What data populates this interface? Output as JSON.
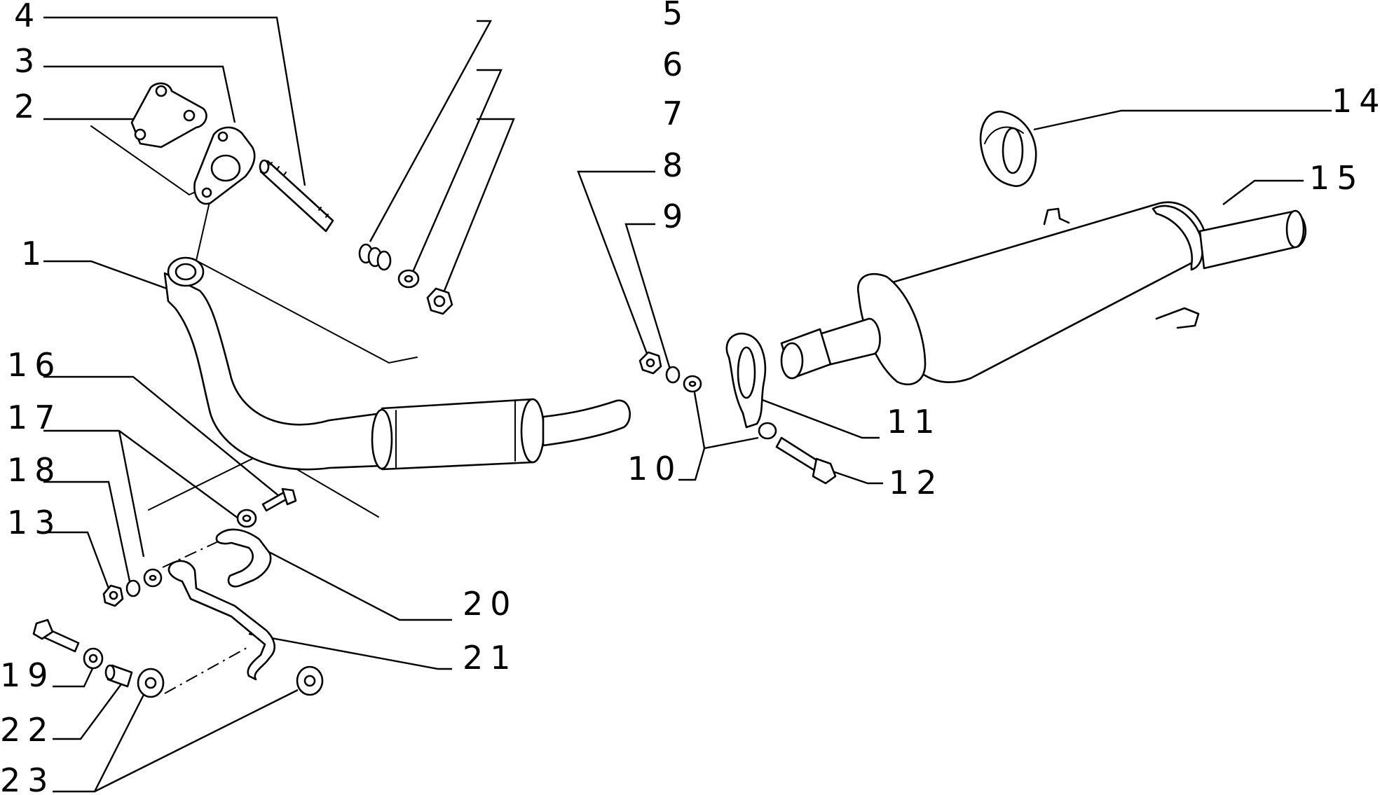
{
  "diagram": {
    "callouts": {
      "c1": "1",
      "c2": "2",
      "c3": "3",
      "c4": "4",
      "c5": "5",
      "c6": "6",
      "c7": "7",
      "c8": "8",
      "c9": "9",
      "c10": "10",
      "c11": "11",
      "c12": "12",
      "c13": "13",
      "c14": "14",
      "c15": "15",
      "c16": "16",
      "c17": "17",
      "c18": "18",
      "c19": "19",
      "c20": "20",
      "c21": "21",
      "c22": "22",
      "c23": "23"
    },
    "colors": {
      "line": "#000000",
      "background": "#ffffff"
    }
  }
}
